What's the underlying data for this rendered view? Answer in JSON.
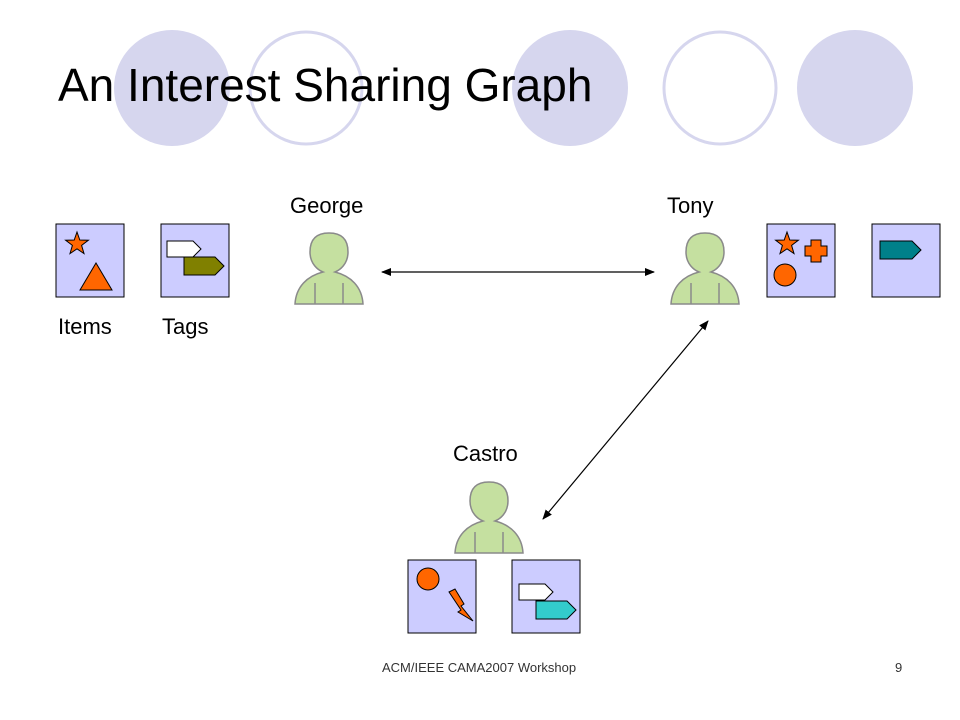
{
  "slide": {
    "title": "An Interest Sharing Graph",
    "footer_text": "ACM/IEEE CAMA2007 Workshop",
    "page_number": "9"
  },
  "labels": {
    "items": "Items",
    "tags": "Tags"
  },
  "users": {
    "george": "George",
    "tony": "Tony",
    "castro": "Castro"
  },
  "edges": [
    {
      "from": "George",
      "to": "Tony",
      "arrows": "both"
    },
    {
      "from": "Tony",
      "to": "Castro",
      "arrows": "both"
    }
  ],
  "colors": {
    "decor_fill": "#d6d6ee",
    "decor_ring": "#d6d6ee",
    "box_fill": "#ccccff",
    "person_fill": "#c5e0a0",
    "person_stroke": "#8a8a8a",
    "orange": "#ff6600",
    "olive": "#808000",
    "teal": "#00808a",
    "cyan": "#33cccc"
  },
  "icons": {
    "person": "user-icon",
    "star": "star-icon",
    "triangle": "triangle-icon",
    "circle": "circle-icon",
    "cross": "plus-icon",
    "lightning": "lightning-icon",
    "tag": "tag-icon"
  }
}
